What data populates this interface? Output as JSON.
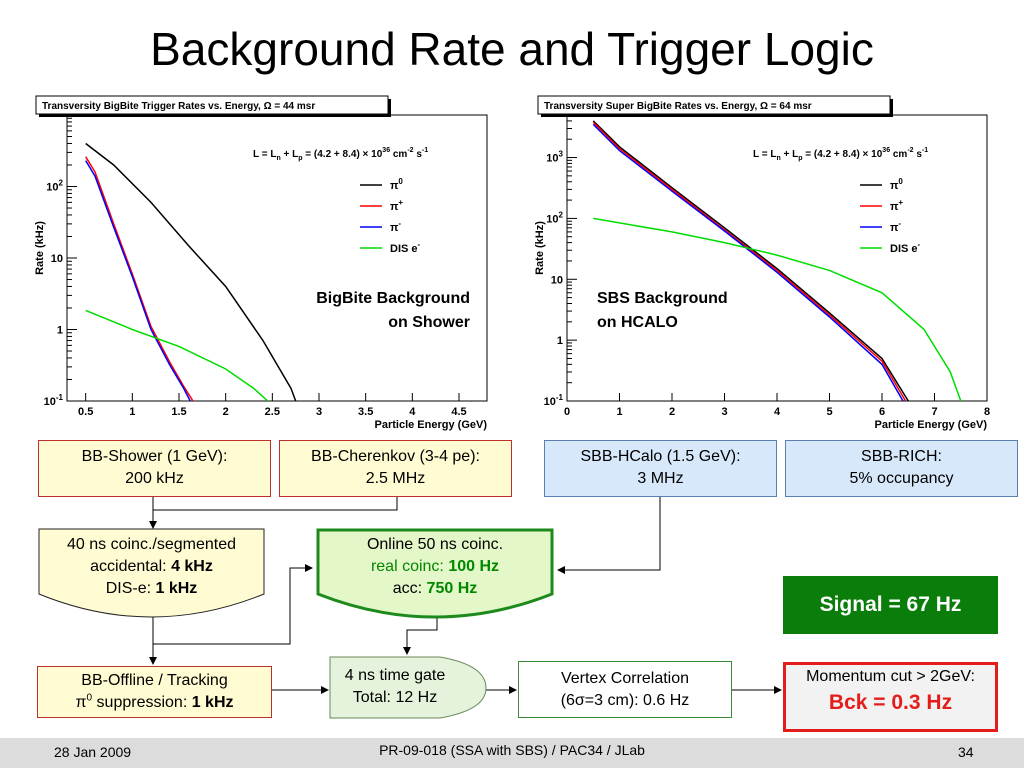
{
  "slide": {
    "title": "Background Rate and Trigger Logic",
    "footer_left": "28 Jan 2009",
    "footer_center": "PR-09-018 (SSA with SBS) / PAC34 / JLab",
    "footer_right": "34"
  },
  "chart_data": [
    {
      "type": "line",
      "title": "Transversity BigBite Trigger Rates vs. Energy, Ω = 44 msr",
      "annotation": "L = Ln + Lp = (4.2 + 8.4) × 10^36 cm-2 s-1",
      "overlay_text": [
        "BigBite Background",
        "on Shower"
      ],
      "xlabel": "Particle Energy (GeV)",
      "ylabel": "Rate (kHz)",
      "xlim": [
        0.3,
        4.8
      ],
      "ylim": [
        0.1,
        1000
      ],
      "yscale": "log",
      "xticks": [
        0.5,
        1,
        1.5,
        2,
        2.5,
        3,
        3.5,
        4,
        4.5
      ],
      "xtick_labels": [
        "0.5",
        "1",
        "1.5",
        "2",
        "2.5",
        "3",
        "3.5",
        "4",
        "4.5"
      ],
      "yticks": [
        0.1,
        1,
        10,
        100
      ],
      "ytick_labels": [
        "10-1",
        "1",
        "10",
        "102"
      ],
      "legend_position": "top-right",
      "series": [
        {
          "name": "π0",
          "color": "#000000",
          "x": [
            0.5,
            0.8,
            1.2,
            1.6,
            2.0,
            2.4,
            2.7,
            2.75
          ],
          "y": [
            400,
            200,
            60,
            15,
            4,
            0.7,
            0.15,
            0.1
          ]
        },
        {
          "name": "π+",
          "color": "#ff0000",
          "x": [
            0.5,
            0.6,
            0.8,
            1.0,
            1.2,
            1.4,
            1.55,
            1.65
          ],
          "y": [
            260,
            160,
            30,
            6,
            1.1,
            0.35,
            0.16,
            0.1
          ]
        },
        {
          "name": "π-",
          "color": "#0000ff",
          "x": [
            0.5,
            0.6,
            0.8,
            1.0,
            1.2,
            1.4,
            1.55,
            1.62
          ],
          "y": [
            230,
            140,
            27,
            5.5,
            1.0,
            0.32,
            0.15,
            0.1
          ]
        },
        {
          "name": "DIS e-",
          "color": "#00dd00",
          "x": [
            0.5,
            1.0,
            1.5,
            2.0,
            2.3,
            2.45
          ],
          "y": [
            1.85,
            1.0,
            0.58,
            0.28,
            0.15,
            0.1
          ]
        }
      ]
    },
    {
      "type": "line",
      "title": "Transversity Super BigBite Rates vs. Energy, Ω = 64 msr",
      "annotation": "L = Ln + Lp = (4.2 + 8.4) × 10^36 cm-2 s-1",
      "overlay_text": [
        "SBS Background",
        "on HCALO"
      ],
      "xlabel": "Particle Energy (GeV)",
      "ylabel": "Rate (kHz)",
      "xlim": [
        0,
        8
      ],
      "ylim": [
        0.1,
        5000
      ],
      "yscale": "log",
      "xticks": [
        0,
        1,
        2,
        3,
        4,
        5,
        6,
        7,
        8
      ],
      "xtick_labels": [
        "0",
        "1",
        "2",
        "3",
        "4",
        "5",
        "6",
        "7",
        "8"
      ],
      "yticks": [
        0.1,
        1,
        10,
        100,
        1000
      ],
      "ytick_labels": [
        "10-1",
        "1",
        "10",
        "102",
        "103"
      ],
      "legend_position": "top-right",
      "series": [
        {
          "name": "π0",
          "color": "#000000",
          "x": [
            0.5,
            1,
            2,
            3,
            4,
            5,
            6,
            6.5
          ],
          "y": [
            4000,
            1500,
            320,
            70,
            15,
            2.8,
            0.5,
            0.1
          ]
        },
        {
          "name": "π+",
          "color": "#ff0000",
          "x": [
            0.5,
            1,
            2,
            3,
            4,
            5,
            6,
            6.45
          ],
          "y": [
            3800,
            1400,
            300,
            65,
            14,
            2.6,
            0.45,
            0.1
          ]
        },
        {
          "name": "π-",
          "color": "#0000ff",
          "x": [
            0.5,
            1,
            2,
            3,
            4,
            5,
            6,
            6.4
          ],
          "y": [
            3500,
            1300,
            280,
            62,
            13,
            2.4,
            0.4,
            0.1
          ]
        },
        {
          "name": "DIS e-",
          "color": "#00dd00",
          "x": [
            0.5,
            2,
            3,
            4,
            5,
            6,
            6.8,
            7.3,
            7.5
          ],
          "y": [
            100,
            60,
            40,
            25,
            14,
            6,
            1.5,
            0.3,
            0.1
          ]
        }
      ]
    }
  ],
  "flow": {
    "bb_shower": [
      "BB-Shower (1 GeV):",
      "200 kHz"
    ],
    "bb_cherenkov": [
      "BB-Cherenkov (3-4 pe):",
      "2.5 MHz"
    ],
    "sbb_hcalo": [
      "SBB-HCalo (1.5 GeV):",
      "3 MHz"
    ],
    "sbb_rich": [
      "SBB-RICH:",
      "5% occupancy"
    ],
    "coinc_line1": "40 ns coinc./segmented",
    "coinc_line2_pre": "accidental: ",
    "coinc_line2_val": "4 kHz",
    "coinc_line3_pre": "DIS-e: ",
    "coinc_line3_val": "1 kHz",
    "online_line1": "Online 50 ns coinc.",
    "online_line2_pre": "real coinc: ",
    "online_line2_val": "100 Hz",
    "online_line3_pre": "acc: ",
    "online_line3_val": "750 Hz",
    "signal": "Signal = 67 Hz",
    "offline_line1": "BB-Offline / Tracking",
    "offline_pi": "π",
    "offline_sup": "0",
    "offline_line2_pre": " suppression: ",
    "offline_line2_val": "1 kHz",
    "gate_line1": "4 ns time gate",
    "gate_line2": "Total: 12 Hz",
    "vertex_line1": "Vertex Correlation",
    "vertex_line2": "(6σ=3 cm): 0.6 Hz",
    "momentum_line1": "Momentum cut > 2GeV:",
    "momentum_line2": "Bck = 0.3 Hz"
  }
}
